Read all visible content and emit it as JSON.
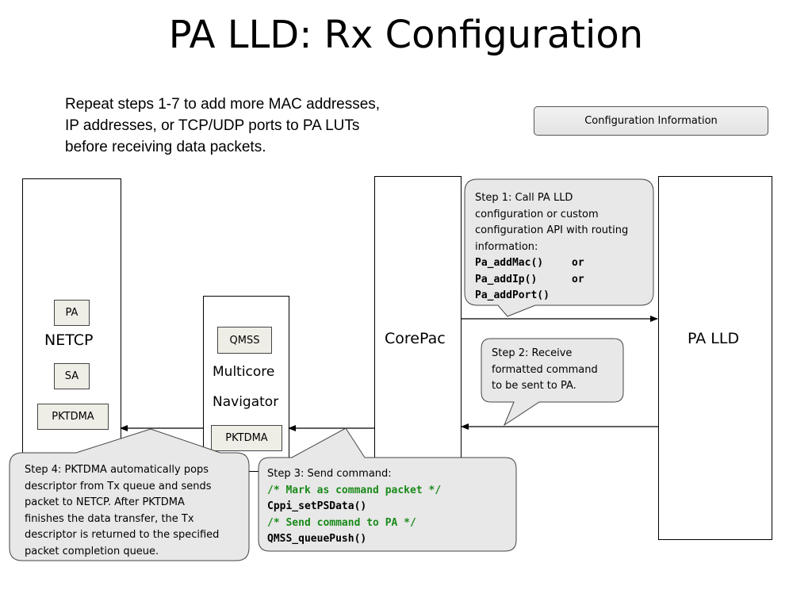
{
  "title": "PA LLD: Rx Configuration",
  "intro_lines": [
    "Repeat steps 1-7 to add more MAC addresses,",
    "IP addresses, or TCP/UDP ports to PA LUTs",
    "before receiving data packets."
  ],
  "legend": {
    "label": "Configuration Information"
  },
  "columns": {
    "netcp": {
      "label": "NETCP",
      "pa": "PA",
      "sa": "SA",
      "pktdma": "PKTDMA"
    },
    "navigator": {
      "qmss": "QMSS",
      "label_line1": "Multicore",
      "label_line2": "Navigator",
      "pktdma": "PKTDMA"
    },
    "corepac": {
      "label": "CorePac"
    },
    "palld": {
      "label": "PA LLD"
    }
  },
  "steps": {
    "step1": {
      "lines": [
        "Step 1: Call PA LLD",
        "configuration or custom",
        "configuration API with routing",
        "information:"
      ],
      "code": [
        {
          "fn": "Pa_addMac()",
          "conj": "or"
        },
        {
          "fn": "Pa_addIp()",
          "conj": "or"
        },
        {
          "fn": "Pa_addPort()",
          "conj": ""
        }
      ]
    },
    "step2": {
      "lines": [
        "Step 2: Receive",
        "formatted command",
        "to be sent to PA."
      ]
    },
    "step3": {
      "intro": "Step 3: Send command:",
      "comment1": "/* Mark as command packet */",
      "call1": "Cppi_setPSData()",
      "comment2": "/* Send command to PA */",
      "call2": "QMSS_queuePush()"
    },
    "step4": {
      "lines": [
        "Step 4: PKTDMA automatically pops",
        "descriptor from Tx queue and sends",
        "packet to NETCP.  After PKTDMA",
        "finishes the data transfer, the Tx",
        "descriptor is returned to the specified",
        "packet completion queue."
      ]
    }
  },
  "colors": {
    "callout_fill": "#e8e8e8",
    "code_comment": "#1a8a1a",
    "box_fill": "#efeee6"
  }
}
